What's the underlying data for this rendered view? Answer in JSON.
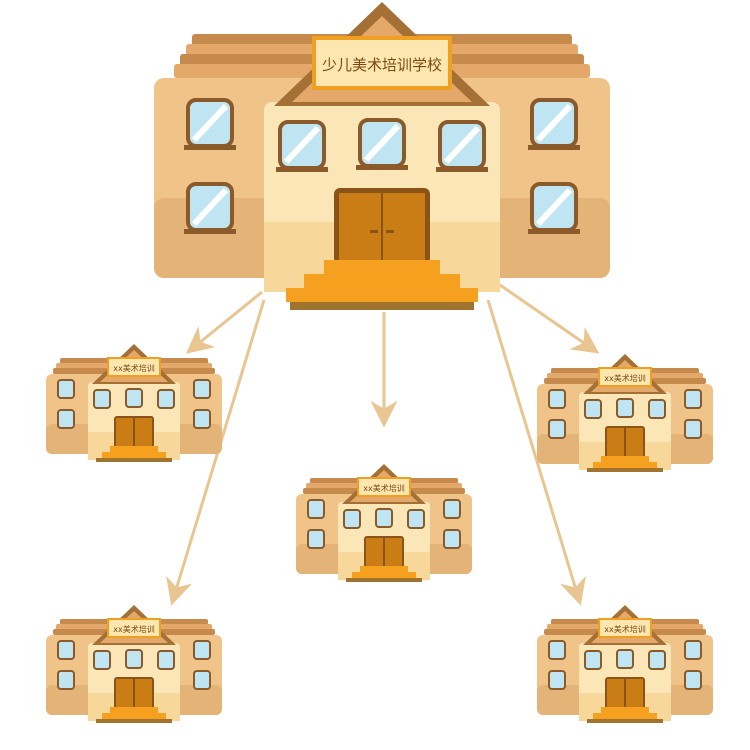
{
  "main_school": {
    "sign": "少儿美术培训学校"
  },
  "branches": [
    {
      "sign": "xx美术培训"
    },
    {
      "sign": "xx美术培训"
    },
    {
      "sign": "xx美术培训"
    },
    {
      "sign": "xx美术培训"
    },
    {
      "sign": "xx美术培训"
    }
  ],
  "colors": {
    "roof": "#e3a86a",
    "roof_edge": "#c58a4c",
    "roof_peak": "#a57036",
    "wall": "#f0c489",
    "wall_shadow": "#d9a66a",
    "center_wall": "#fbe6b7",
    "center_lower": "#f7d89a",
    "sign_bg": "#fde6b0",
    "sign_border": "#f0a020",
    "window_frame": "#8a5a2a",
    "window_glass": "#bfe5f3",
    "window_stripe": "#ffffff",
    "door": "#c97d14",
    "door_frame": "#8a5418",
    "steps": "#f5a01e",
    "step_base": "#a0742e",
    "arrow": "#e8c591"
  },
  "icons": [
    "school-building-icon",
    "branch-building-icon",
    "arrow-icon"
  ]
}
